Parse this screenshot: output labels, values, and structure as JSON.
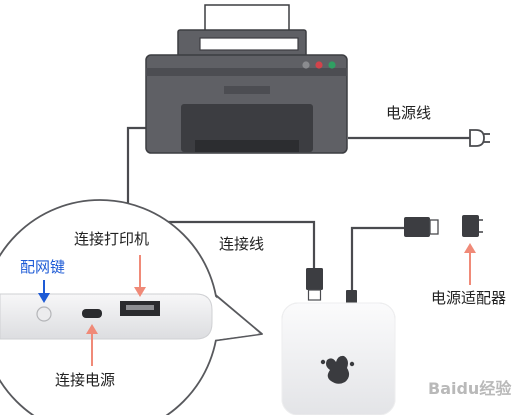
{
  "labels": {
    "power_cable": "电源线",
    "connect_cable": "连接线",
    "connect_printer": "连接打印机",
    "config_network_key": "配网键",
    "connect_power": "连接电源",
    "power_adapter": "电源适配器"
  },
  "watermark": {
    "text": "Baidu经验"
  },
  "colors": {
    "label_text": "#222222",
    "config_key_text": "#1e5bd6",
    "arrow_salmon": "#f08a78",
    "arrow_blue": "#1e5bd6",
    "printer_body": "#5f6065",
    "printer_dark": "#3c3d41",
    "cable": "#4a4b4f",
    "device_white": "#f4f4f6"
  },
  "icons": [
    "printer-icon",
    "power-plug-icon",
    "usb-plug-icon",
    "power-adapter-icon",
    "print-server-box-icon",
    "baidu-paw-icon"
  ]
}
